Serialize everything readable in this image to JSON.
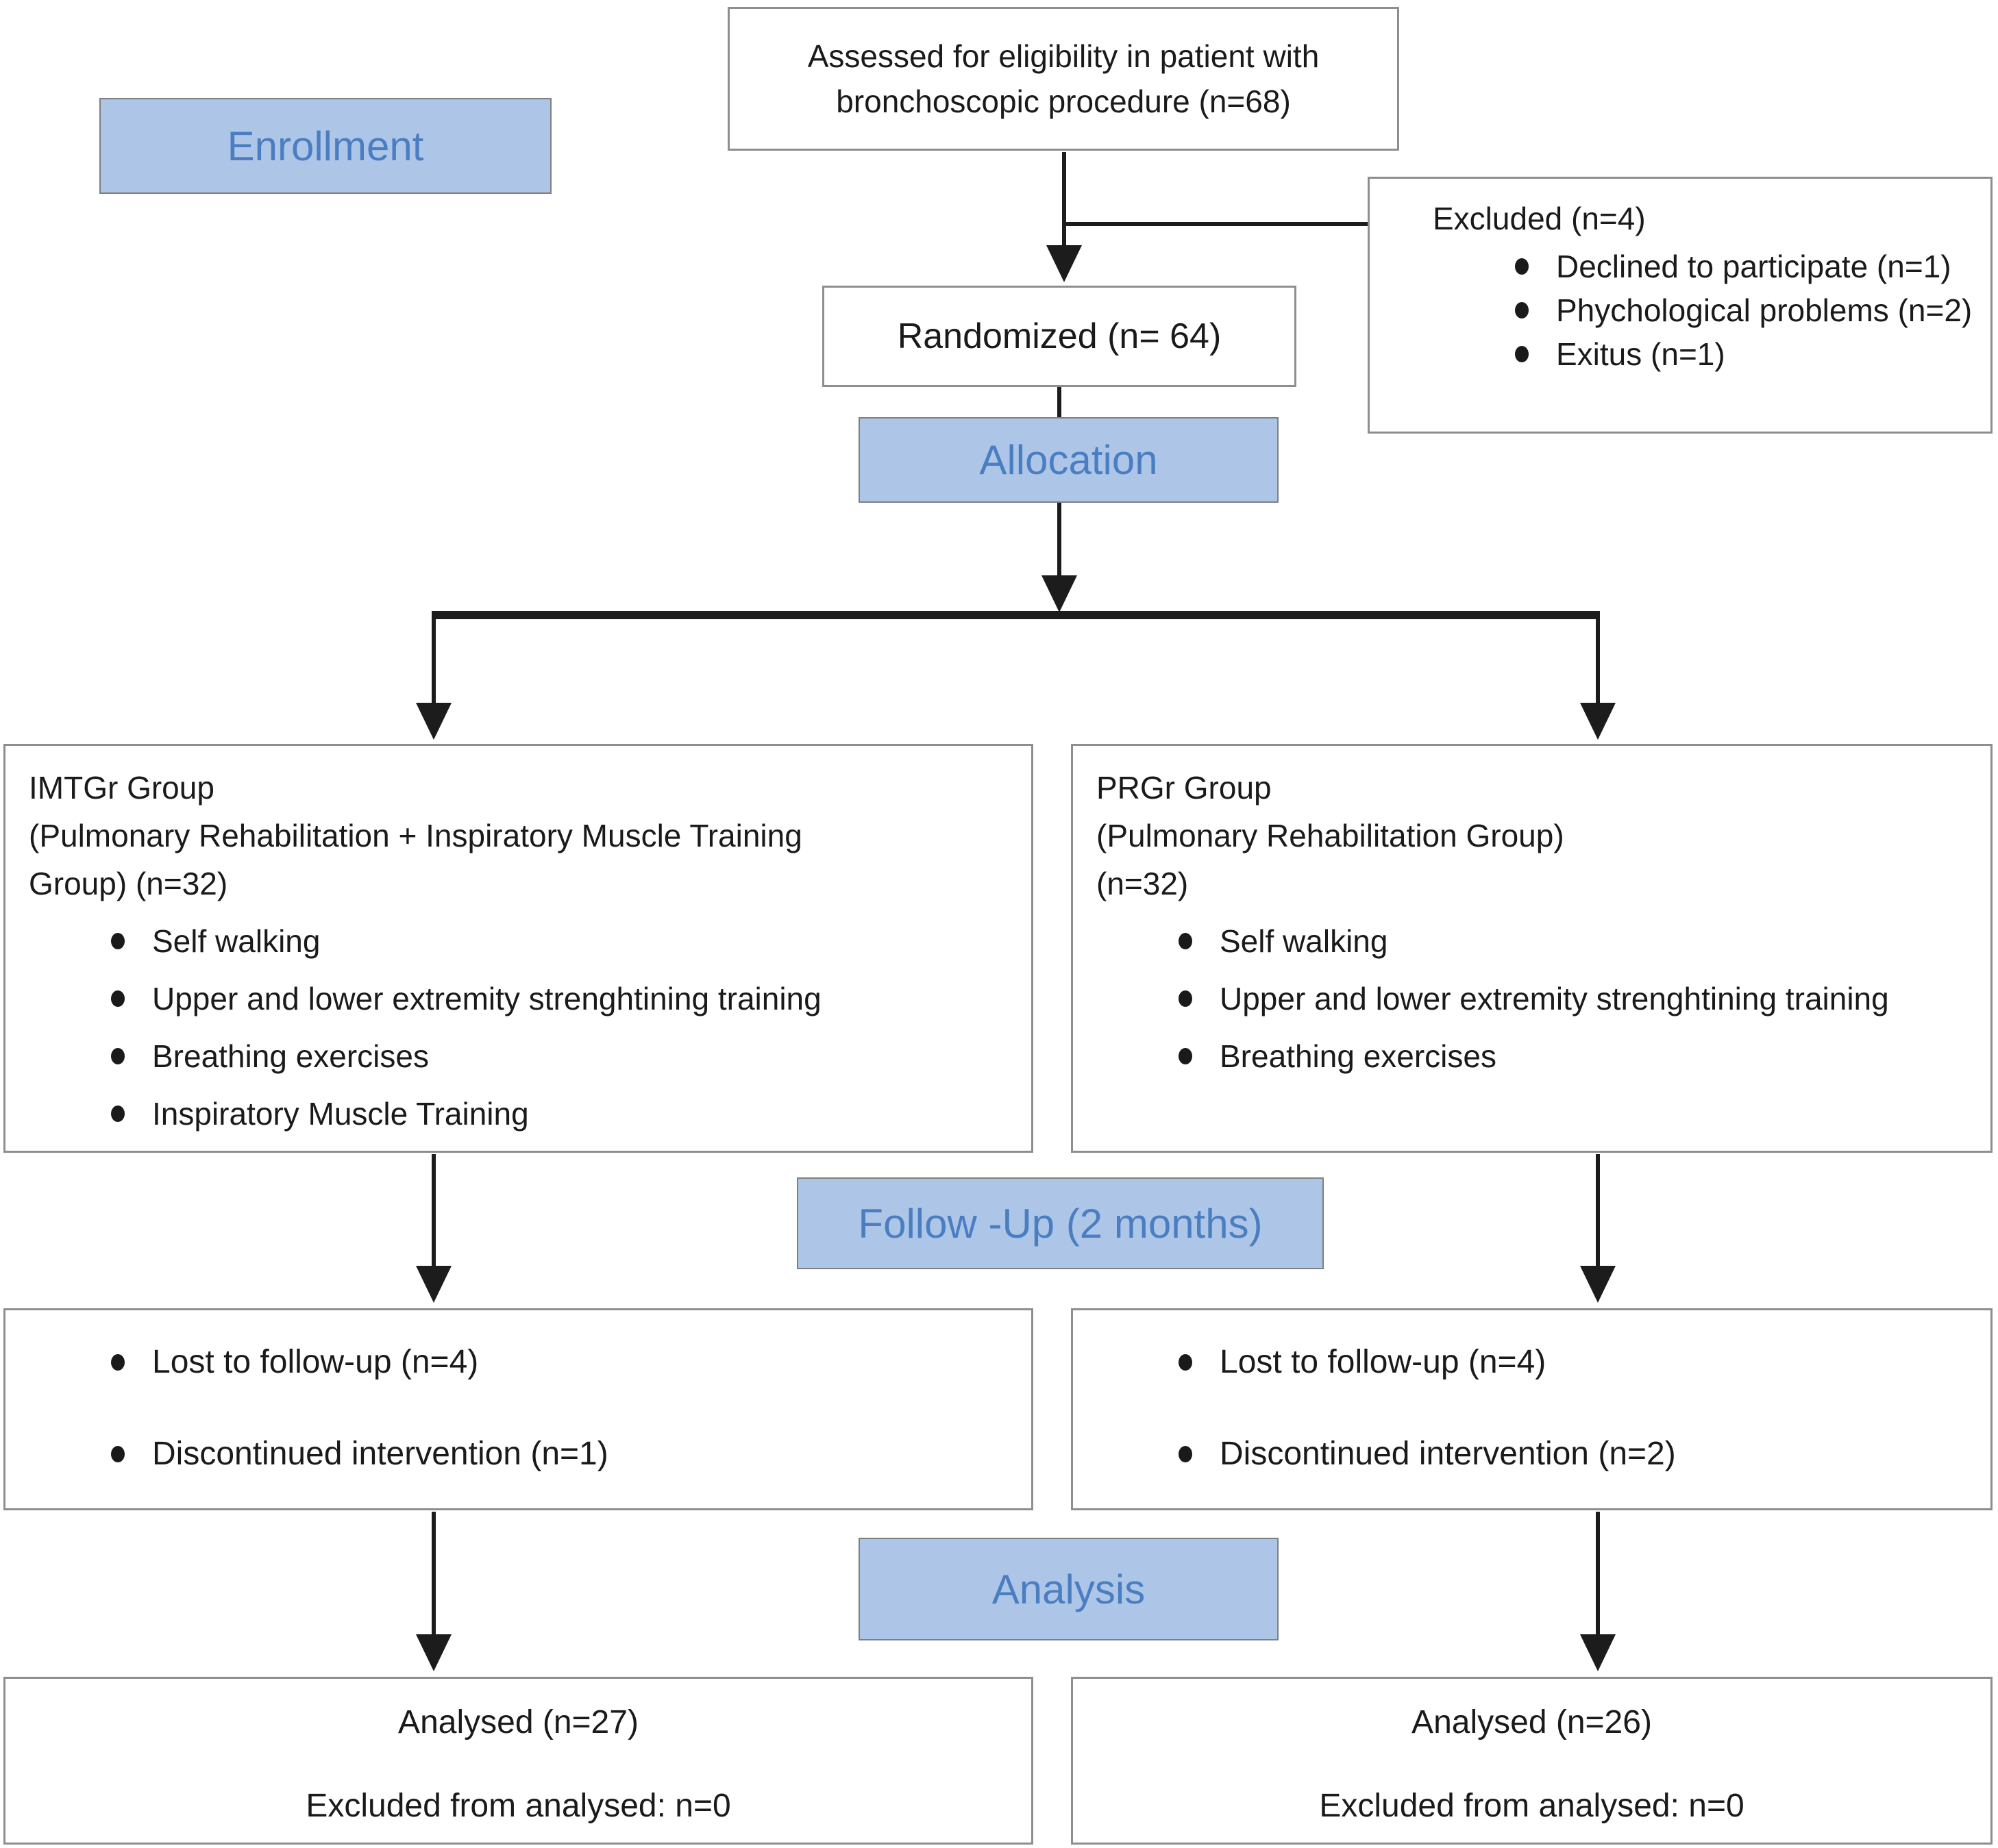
{
  "colors": {
    "stage_label_fill": "#adc6e8",
    "stage_label_text": "#4a7ec1",
    "box_border": "#8e8e8e",
    "connector_line": "#1c1c1c"
  },
  "stage_labels": {
    "enrollment": "Enrollment",
    "allocation": "Allocation",
    "followup": "Follow -Up (2 months)",
    "analysis": "Analysis"
  },
  "assessed": {
    "lines": [
      "Assessed for eligibility in patient with",
      "bronchoscopic procedure (n=68)"
    ]
  },
  "randomized": {
    "text": "Randomized (n= 64)"
  },
  "excluded": {
    "title": "Excluded (n=4)",
    "items": [
      "Declined to participate (n=1)",
      "Phychological problems (n=2)",
      "Exitus (n=1)"
    ]
  },
  "groups": {
    "imtgr": {
      "name": "IMTGr Group",
      "subtitle_lines": [
        "(Pulmonary Rehabilitation + Inspiratory Muscle Training",
        "Group) (n=32)"
      ],
      "items": [
        "Self walking",
        "Upper and lower extremity strenghtining training",
        "Breathing exercises",
        "Inspiratory Muscle Training"
      ]
    },
    "prgr": {
      "name": "PRGr Group",
      "subtitle_lines": [
        "(Pulmonary Rehabilitation Group)",
        "(n=32)"
      ],
      "items": [
        "Self walking",
        "Upper and lower extremity strenghtining training",
        "Breathing exercises"
      ]
    }
  },
  "followup": {
    "imtgr_items": [
      "Lost to follow-up (n=4)",
      "Discontinued intervention (n=1)"
    ],
    "prgr_items": [
      "Lost to follow-up (n=4)",
      "Discontinued intervention (n=2)"
    ]
  },
  "analysis": {
    "imtgr_lines": [
      "Analysed (n=27)",
      "Excluded from analysed: n=0"
    ],
    "prgr_lines": [
      "Analysed (n=26)",
      "Excluded from analysed: n=0"
    ]
  }
}
